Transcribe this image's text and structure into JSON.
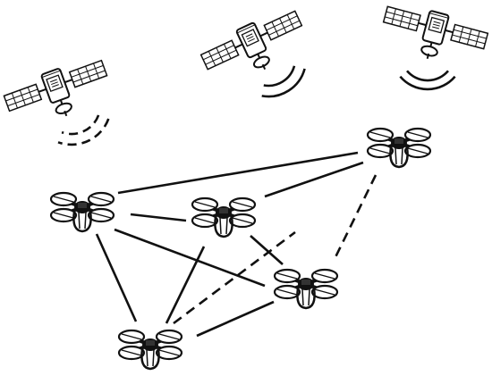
{
  "diagram": {
    "stroke_color": "#111111",
    "background": "#ffffff",
    "satellites": [
      {
        "id": "sat-1",
        "icon": "satellite-icon"
      },
      {
        "id": "sat-2",
        "icon": "satellite-icon"
      },
      {
        "id": "sat-3",
        "icon": "satellite-icon"
      }
    ],
    "drones": [
      {
        "id": "drone-1",
        "icon": "quadcopter-drone-icon"
      },
      {
        "id": "drone-2",
        "icon": "quadcopter-drone-icon"
      },
      {
        "id": "drone-3",
        "icon": "quadcopter-drone-icon"
      },
      {
        "id": "drone-4",
        "icon": "quadcopter-drone-icon"
      },
      {
        "id": "drone-5",
        "icon": "quadcopter-drone-icon"
      }
    ],
    "links": [
      {
        "from": "drone-1",
        "to": "drone-2",
        "style": "solid"
      },
      {
        "from": "drone-1",
        "to": "drone-3",
        "style": "solid"
      },
      {
        "from": "drone-1",
        "to": "drone-4",
        "style": "solid"
      },
      {
        "from": "drone-1",
        "to": "drone-5",
        "style": "solid"
      },
      {
        "from": "drone-2",
        "to": "drone-3",
        "style": "solid"
      },
      {
        "from": "drone-2",
        "to": "drone-4",
        "style": "solid"
      },
      {
        "from": "drone-2",
        "to": "drone-5",
        "style": "solid"
      },
      {
        "from": "drone-3",
        "to": "drone-4",
        "style": "solid"
      },
      {
        "from": "drone-4",
        "to": "drone-5",
        "style": "dashed"
      },
      {
        "from": "drone-3",
        "to": "drone-5",
        "style": "dashed"
      }
    ]
  }
}
